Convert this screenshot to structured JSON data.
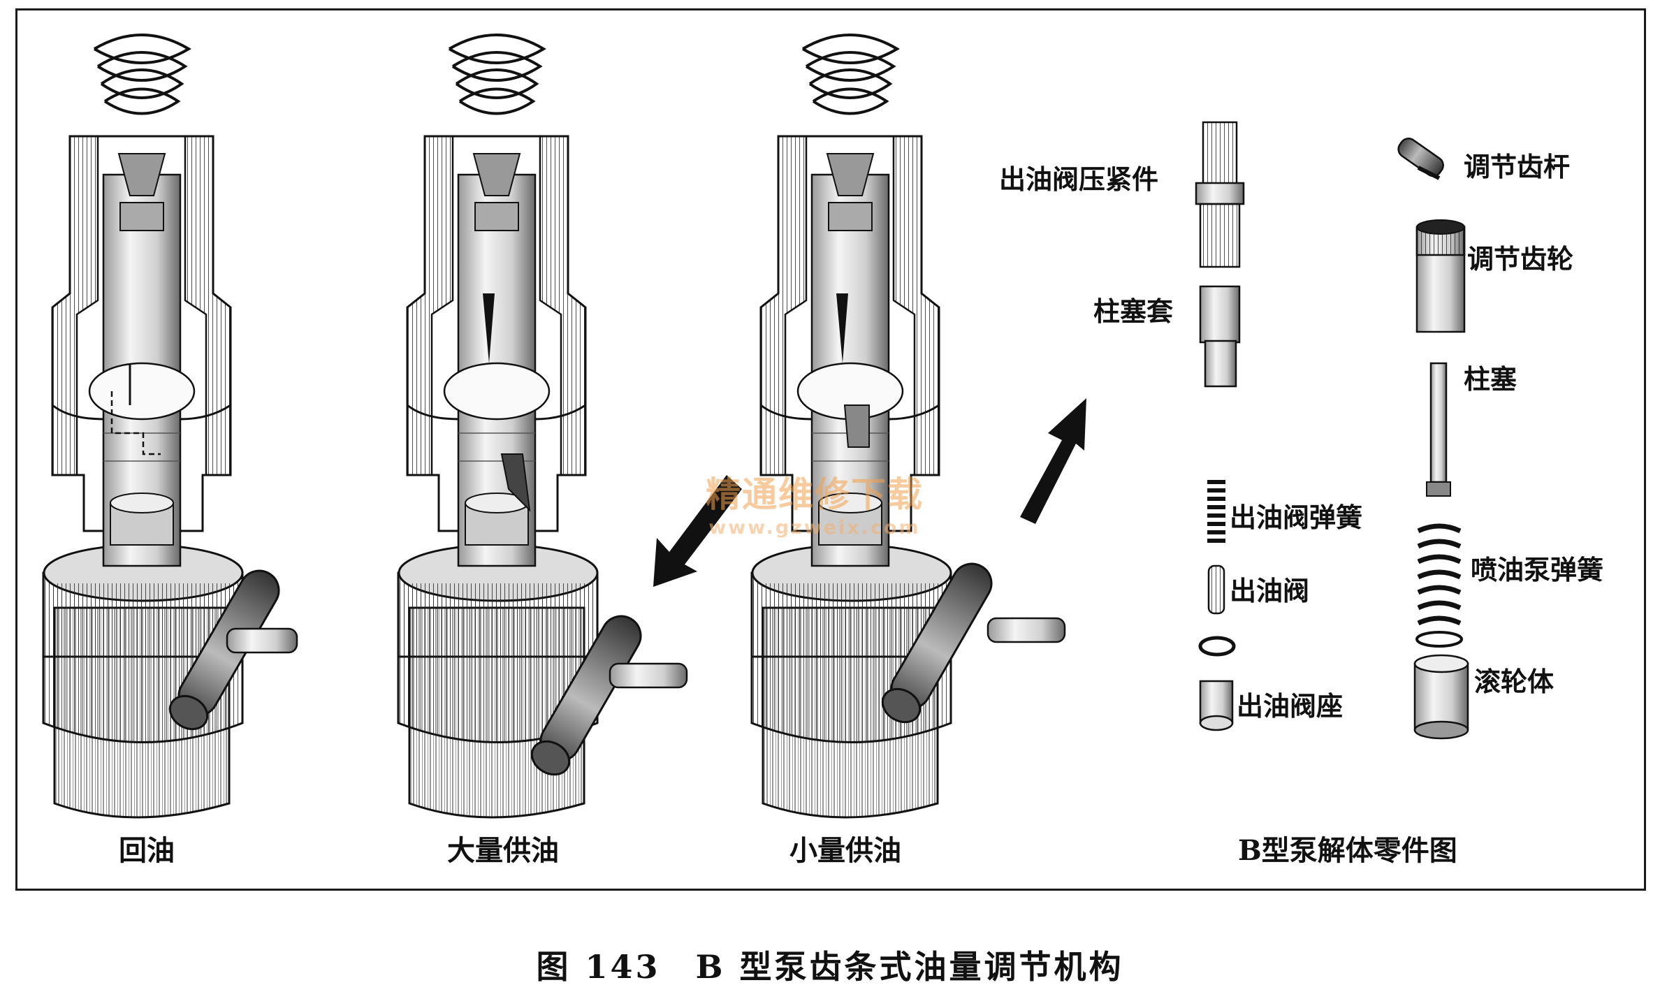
{
  "panels": [
    {
      "caption": "回油"
    },
    {
      "caption": "大量供油"
    },
    {
      "caption": "小量供油"
    },
    {
      "caption": "B型泵解体零件图"
    }
  ],
  "parts_left": [
    "出油阀压紧件",
    "柱塞套",
    "出油阀弹簧",
    "出油阀",
    "出油阀座"
  ],
  "parts_right": [
    "调节齿杆",
    "调节齿轮",
    "柱塞",
    "喷油泵弹簧",
    "滚轮体"
  ],
  "figure_caption": "图 143　B 型泵齿条式油量调节机构",
  "watermark": {
    "line1": "精通维修下载",
    "line2": "www.gzweix.com"
  }
}
